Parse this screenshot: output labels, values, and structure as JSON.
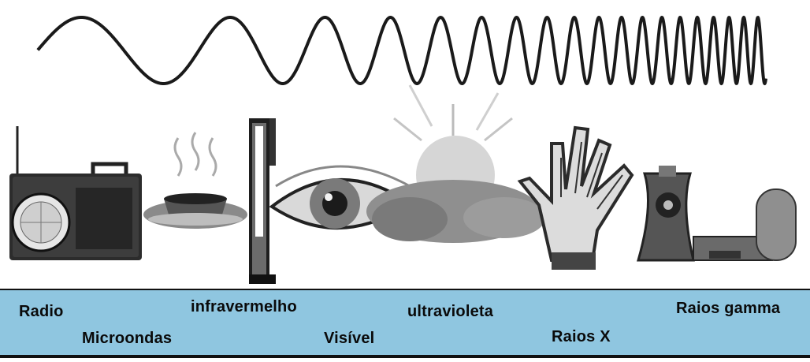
{
  "spectrum_labels": {
    "radio": "Radio",
    "microwaves": "Microondas",
    "infrared": "infravermelho",
    "visible": "Visível",
    "ultraviolet": "ultravioleta",
    "xrays": "Raios X",
    "gamma": "Raios gamma"
  },
  "icons": [
    "radio-icon",
    "steaming-cup-icon",
    "thermometer-icon",
    "eye-icon",
    "sun-icon",
    "xray-hand-icon",
    "nuclear-plant-icon"
  ],
  "colors": {
    "band": "#8fc6e0",
    "wave": "#1a1a1a"
  }
}
